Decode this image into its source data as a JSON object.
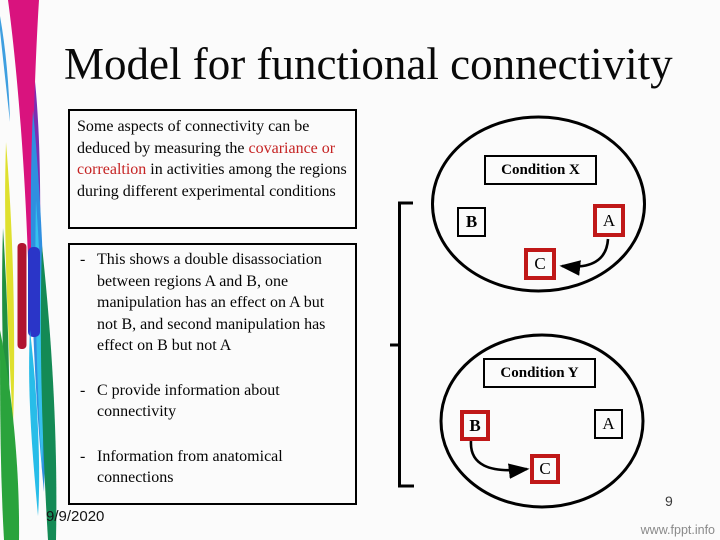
{
  "slide": {
    "title": "Model for functional connectivity",
    "date": "9/9/2020",
    "page_number": "9",
    "watermark": "www.fppt.info"
  },
  "intro_box": {
    "segments": [
      {
        "text": "Some aspects of connectivity can be deduced by measuring the "
      },
      {
        "text": "covariance or correaltion",
        "emphasis": "red"
      },
      {
        "text": " in activities among the regions during different experimental conditions"
      }
    ]
  },
  "bullet_marker": "-",
  "bullets": [
    "This shows a double disassociation between regions A and B, one manipulation has an effect on A but not B, and second manipulation has effect on B but not A",
    "C provide information about connectivity",
    "Information from anatomical connections"
  ],
  "diagram": {
    "top": {
      "condition": "Condition X",
      "node_b": "B",
      "node_a": "A",
      "node_c": "C",
      "arrow": "A to C"
    },
    "bottom": {
      "condition": "Condition Y",
      "node_b": "B",
      "node_a": "A",
      "node_c": "C",
      "arrow": "B to C"
    }
  },
  "colors": {
    "accent_red": "#c01818",
    "red_text": "#c52222",
    "slide_bg": "#fbfbfb",
    "watermark_gray": "#8a8a8a"
  }
}
